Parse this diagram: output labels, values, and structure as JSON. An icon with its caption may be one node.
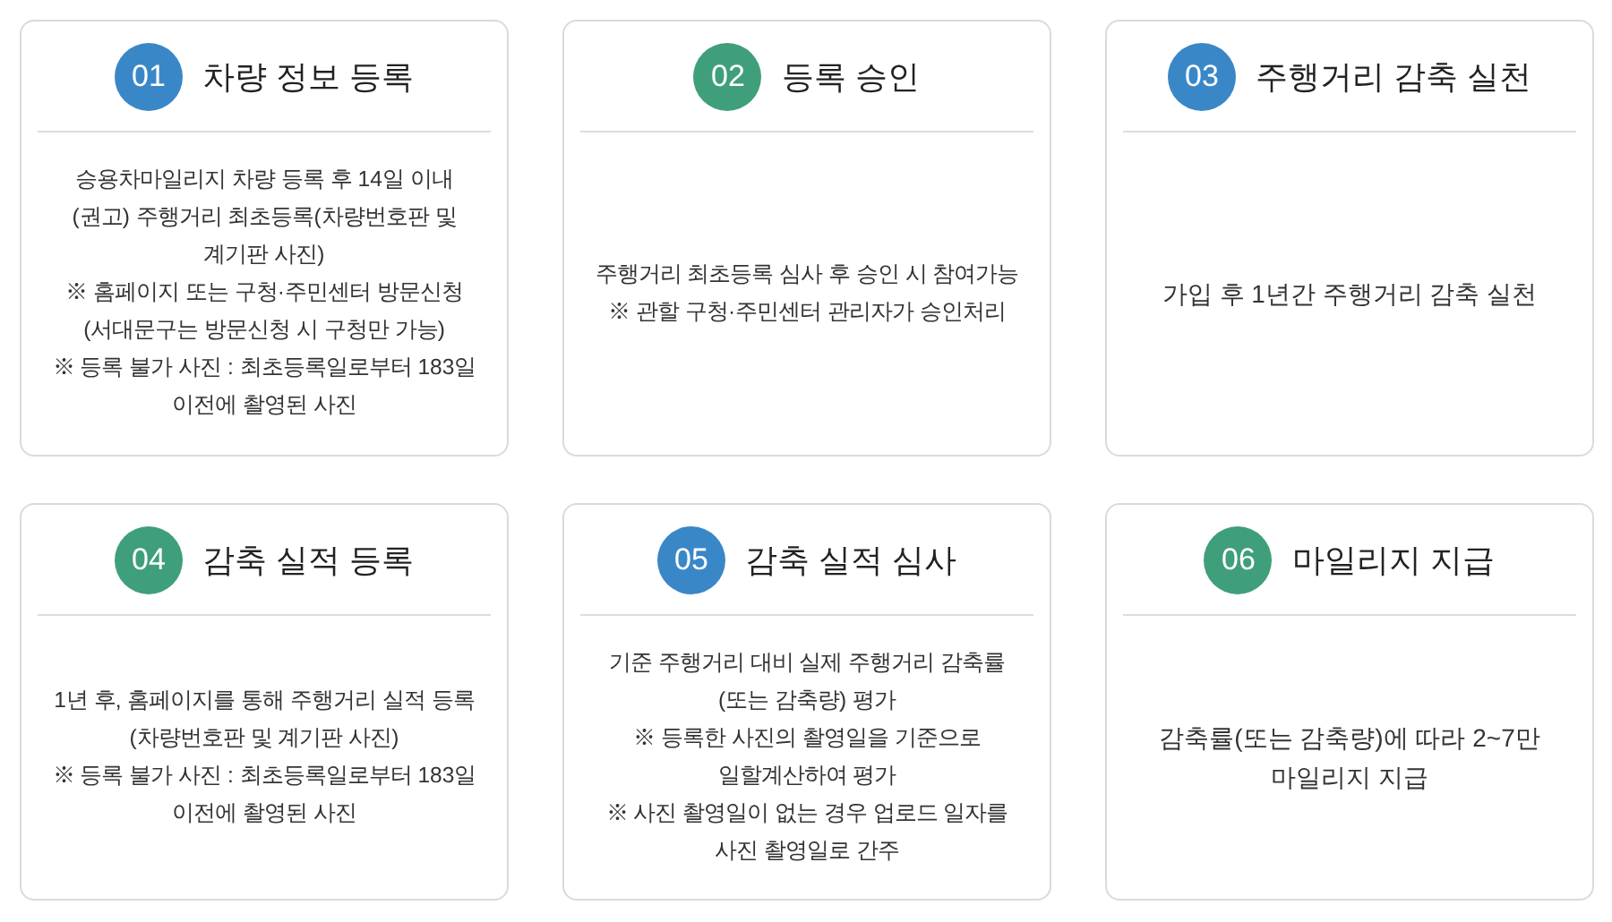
{
  "diagram": {
    "nodes": [
      {
        "text": [
          "차량 정보 등록",
          "승용차마일리지 차량 등록 후 14일 이내 (권고) 주행거리 최초등록(차량번호판 및 계기판 사진)",
          "※ 홈페이지 또는 구청·주민센터 방문신청 (서대문구는 방문신청 시 구청만 가능)",
          "※ 등록 불가 사진 : 최초등록일로부터 183일 이전에 촬영된 사진"
        ]
      },
      {
        "text": [
          "01"
        ],
        "in": 0
      },
      {
        "text": [
          "등록 승인",
          "주행거리 최초등록 심사 후 승인 시 참여가능",
          "※ 관할 구청·주민센터 관리자가 승인처리"
        ]
      },
      {
        "text": [
          "02"
        ],
        "in": 2
      },
      {
        "text": [
          "주행거리 감축 실천",
          "가입 후 1년간 주행거리 감축 실천"
        ]
      },
      {
        "text": [
          "03"
        ],
        "in": 4
      },
      {
        "text": [
          "감축 실적 등록",
          "1년 후, 홈페이지를 통해 주행거리 실적 등록 (차량번호판 및 계기판 사진)",
          "※ 등록 불가 사진 : 최초등록일로부터 183일 이전에 촬영된 사진"
        ]
      },
      {
        "text": [
          "04"
        ],
        "in": 6
      },
      {
        "text": [
          "감축 실적 심사",
          "기준 주행거리 대비 실제 주행거리 감축률 (또는 감축량) 평가",
          "※ 등록한 사진의 촬영일을 기준으로 일할계산하여 평가",
          "※ 사진 촬영일이 없는 경우 업로드 일자를 사진 촬영일로 간주"
        ]
      },
      {
        "text": [
          "05"
        ],
        "in": 8
      },
      {
        "text": [
          "마일리지 지급",
          "감축률(또는 감축량)에 따라 2~7만 마일리지 지급"
        ]
      },
      {
        "text": [
          "06"
        ],
        "in": 10
      }
    ]
  }
}
